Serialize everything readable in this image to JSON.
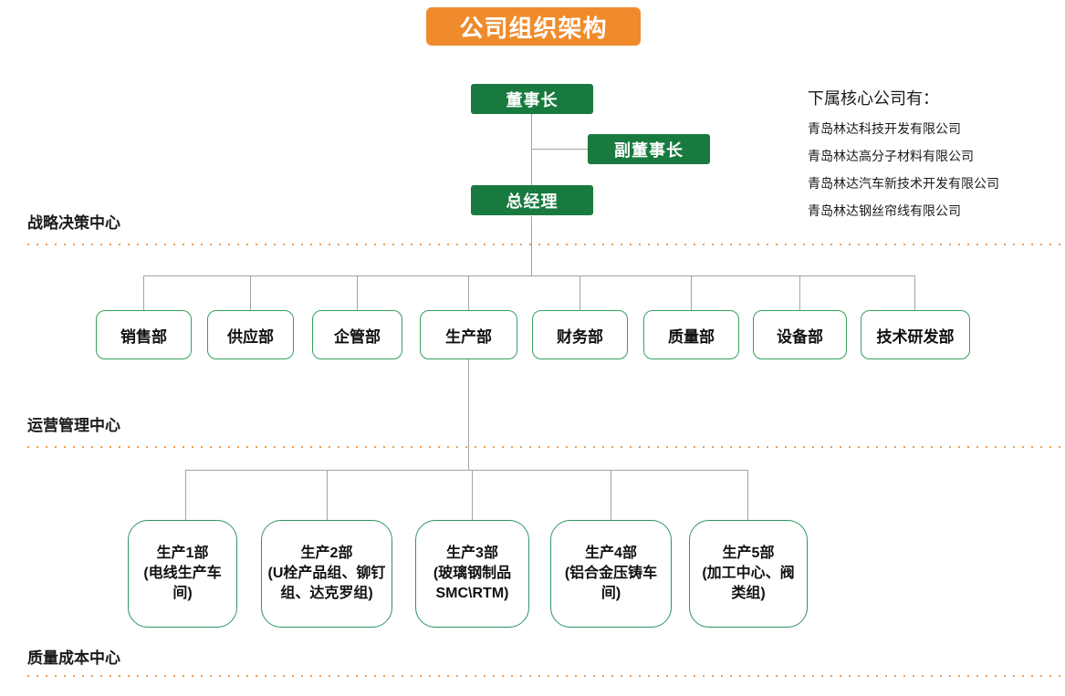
{
  "title": "公司组织架构",
  "colors": {
    "banner_orange": "#EF8B2C",
    "exec_green": "#187A3F",
    "box_border_green": "#35A05F",
    "connector_gray": "#A3A3A3",
    "dotted_orange": "#F09A4A"
  },
  "executives": {
    "chairman": "董事长",
    "vice_chairman": "副董事长",
    "general_manager": "总经理"
  },
  "subsidiaries": {
    "heading": "下属核心公司有：",
    "companies": [
      "青岛林达科技开发有限公司",
      "青岛林达高分子材料有限公司",
      "青岛林达汽车新技术开发有限公司",
      "青岛林达钢丝帘线有限公司"
    ]
  },
  "centers": [
    {
      "label": "战略决策中心"
    },
    {
      "label": "运营管理中心"
    },
    {
      "label": "质量成本中心"
    }
  ],
  "departments": [
    {
      "label": "销售部"
    },
    {
      "label": "供应部"
    },
    {
      "label": "企管部"
    },
    {
      "label": "生产部"
    },
    {
      "label": "财务部"
    },
    {
      "label": "质量部"
    },
    {
      "label": "设备部"
    },
    {
      "label": "技术研发部"
    }
  ],
  "production_units": [
    {
      "title": "生产1部",
      "detail": "(电线生产车间)"
    },
    {
      "title": "生产2部",
      "detail": "(U栓产品组、铆钉组、达克罗组)"
    },
    {
      "title": "生产3部",
      "detail": "(玻璃钢制品SMC\\RTM)"
    },
    {
      "title": "生产4部",
      "detail": "(铝合金压铸车间)"
    },
    {
      "title": "生产5部",
      "detail": "(加工中心、阀类组)"
    }
  ]
}
